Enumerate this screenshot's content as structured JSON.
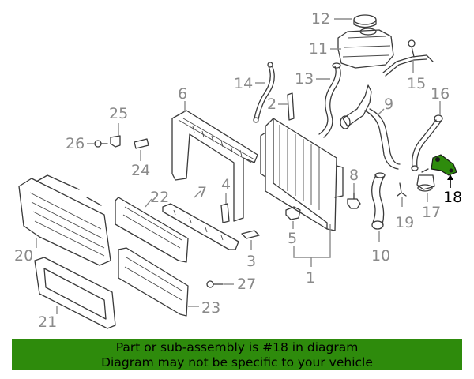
{
  "callouts": {
    "c1": "1",
    "c2": "2",
    "c3": "3",
    "c4": "4",
    "c5": "5",
    "c6": "6",
    "c7": "7",
    "c8": "8",
    "c9": "9",
    "c10": "10",
    "c11": "11",
    "c12": "12",
    "c13": "13",
    "c14": "14",
    "c15": "15",
    "c16": "16",
    "c17": "17",
    "c18": "18",
    "c19": "19",
    "c20": "20",
    "c21": "21",
    "c22": "22",
    "c23": "23",
    "c24": "24",
    "c25": "25",
    "c26": "26",
    "c27": "27"
  },
  "highlighted_part": "18",
  "colors": {
    "banner": "#2e8b0c",
    "highlight_part": "#2e8b0c",
    "callout": "#8a8a8a"
  },
  "banner": {
    "line1": "Part or sub-assembly is #18 in diagram",
    "line2": "Diagram may not be specific to your vehicle"
  }
}
